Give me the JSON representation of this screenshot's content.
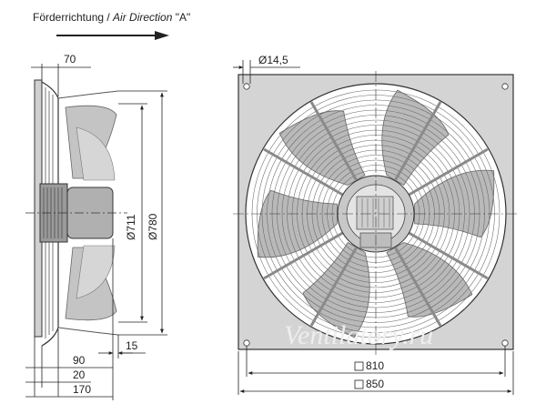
{
  "header": {
    "direction_de": "Förderrichtung /",
    "direction_en": "Air Direction",
    "direction_tag": "\"A\""
  },
  "dimensions": {
    "top_depth": "70",
    "hole": "Ø14,5",
    "inner_diameter": "Ø711",
    "outer_diameter": "Ø780",
    "flange": "15",
    "motor_depth": "90",
    "offset": "20",
    "total_depth": "170",
    "hole_spacing": "810",
    "plate_size": "850"
  },
  "watermark": "Ventilatory.ru",
  "colors": {
    "line": "#333333",
    "blade": "#bfbfbf",
    "plate": "#d4d4d4",
    "grille": "#666666"
  }
}
